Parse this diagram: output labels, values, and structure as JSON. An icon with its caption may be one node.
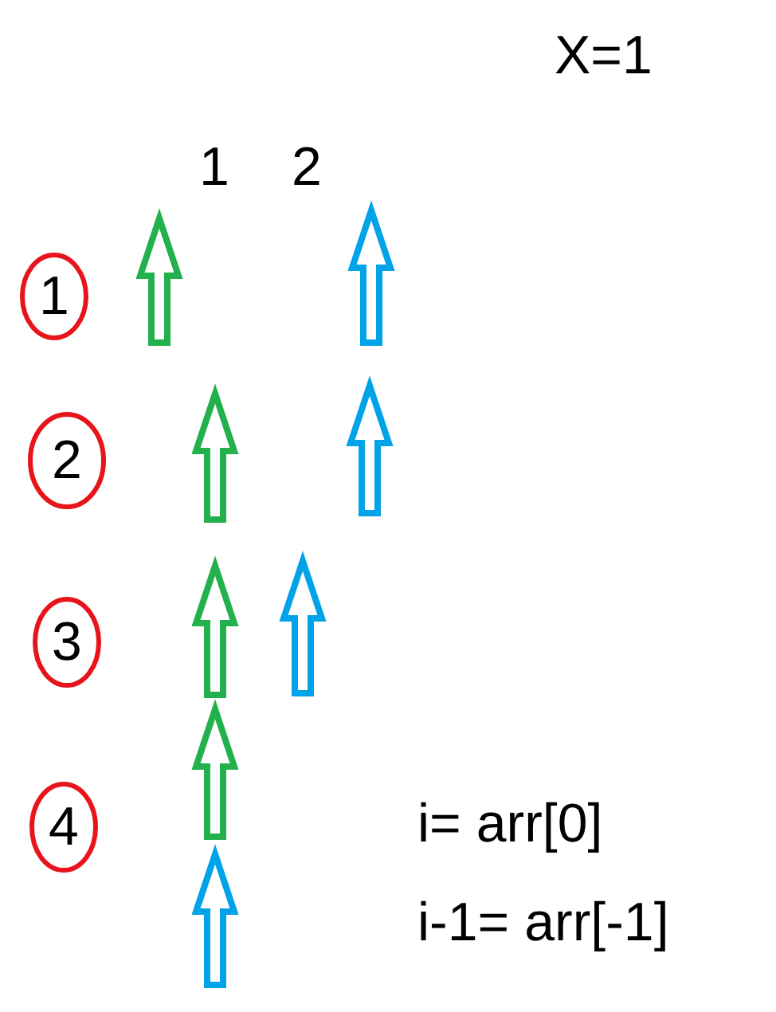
{
  "diagram": {
    "nodes": [
      {
        "text": [
          "1"
        ]
      },
      {
        "text": [
          "2"
        ]
      },
      {
        "text": [
          "3"
        ]
      },
      {
        "text": [
          "4"
        ]
      }
    ],
    "labels": [
      "X=1",
      "1",
      "2",
      "i= arr[0]",
      "i-1= arr[-1]"
    ]
  }
}
